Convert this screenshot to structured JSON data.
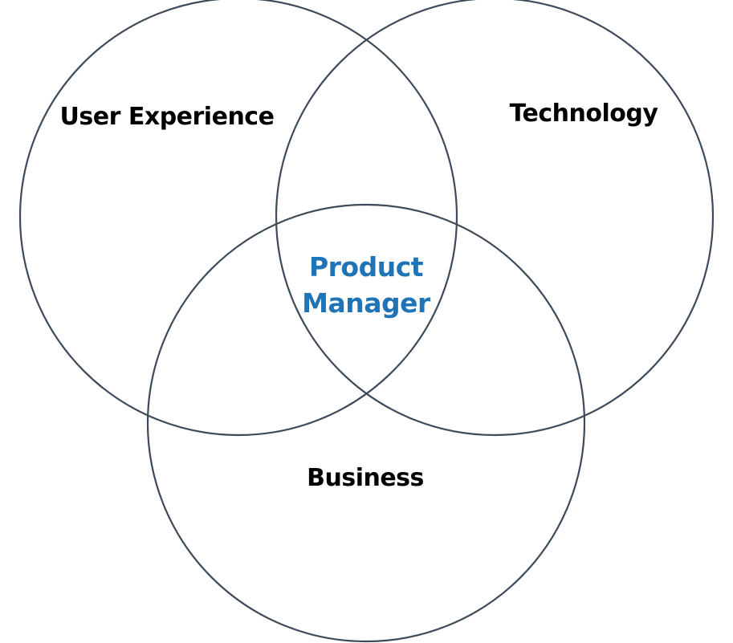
{
  "diagram": {
    "type": "venn",
    "sets": [
      {
        "label": "User Experience"
      },
      {
        "label": "Technology"
      },
      {
        "label": "Business"
      }
    ],
    "intersection": {
      "line1": "Product",
      "line2": "Manager"
    }
  },
  "colors": {
    "circle_stroke": "#3d4a5a",
    "set_label": "#000000",
    "intersection_label": "#1f73b7",
    "background": "#ffffff"
  }
}
